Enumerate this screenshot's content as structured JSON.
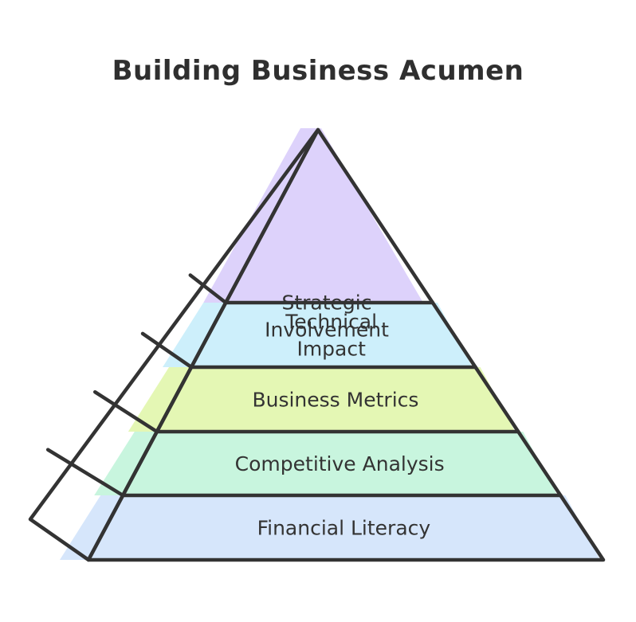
{
  "diagram": {
    "title": "Building Business Acumen",
    "levels": [
      {
        "lines": [
          "Strategic",
          "Involvement"
        ],
        "color": "#ddd2fb"
      },
      {
        "lines": [
          "Technical",
          "Impact"
        ],
        "color": "#cdeffb"
      },
      {
        "lines": [
          "Business Metrics"
        ],
        "color": "#e4f7b4"
      },
      {
        "lines": [
          "Competitive Analysis"
        ],
        "color": "#c8f5de"
      },
      {
        "lines": [
          "Financial Literacy"
        ],
        "color": "#d6e6fb"
      }
    ]
  }
}
